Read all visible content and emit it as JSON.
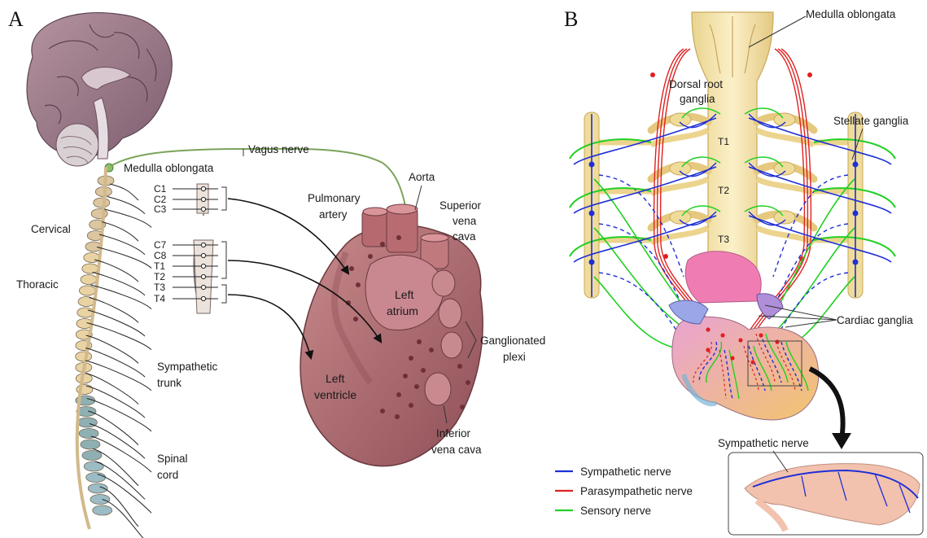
{
  "panel_a": {
    "letter": "A",
    "labels": {
      "vagus": "Vagus nerve",
      "medulla": "Medulla oblongata",
      "cervical": "Cervical",
      "thoracic": "Thoracic",
      "sympathetic_trunk_1": "Sympathetic",
      "sympathetic_trunk_2": "trunk",
      "spinal_1": "Spinal",
      "spinal_2": "cord",
      "aorta": "Aorta",
      "pulmonary_1": "Pulmonary",
      "pulmonary_2": "artery",
      "svc_1": "Superior",
      "svc_2": "vena",
      "svc_3": "cava",
      "left_atrium_1": "Left",
      "left_atrium_2": "atrium",
      "left_ventricle_1": "Left",
      "left_ventricle_2": "ventricle",
      "gp_1": "Ganglionated",
      "gp_2": "plexi",
      "ivc_1": "Inferior",
      "ivc_2": "vena cava"
    },
    "segments": [
      "C1",
      "C2",
      "C3",
      "C7",
      "C8",
      "T1",
      "T2",
      "T3",
      "T4"
    ]
  },
  "panel_b": {
    "letter": "B",
    "labels": {
      "medulla": "Medulla oblongata",
      "drg_1": "Dorsal root",
      "drg_2": "ganglia",
      "stellate": "Stellate ganglia",
      "cardiac": "Cardiac ganglia",
      "sympathetic_nerve": "Sympathetic nerve"
    },
    "segments": [
      "T1",
      "T2",
      "T3"
    ],
    "legend": [
      {
        "label": "Sympathetic nerve",
        "color": "#1f2fd6"
      },
      {
        "label": "Parasympathetic nerve",
        "color": "#e02020"
      },
      {
        "label": "Sensory nerve",
        "color": "#22d022"
      }
    ]
  },
  "colors": {
    "brain": "#9c7b8c",
    "heart_a": "#b06a6f",
    "vagus": "#7aa35a",
    "spine_cervical": "#e3c99a",
    "spine_lumbar": "#8fb0b3",
    "cord_b": "#f0dc9a",
    "heart_b": "#e88fc0"
  }
}
